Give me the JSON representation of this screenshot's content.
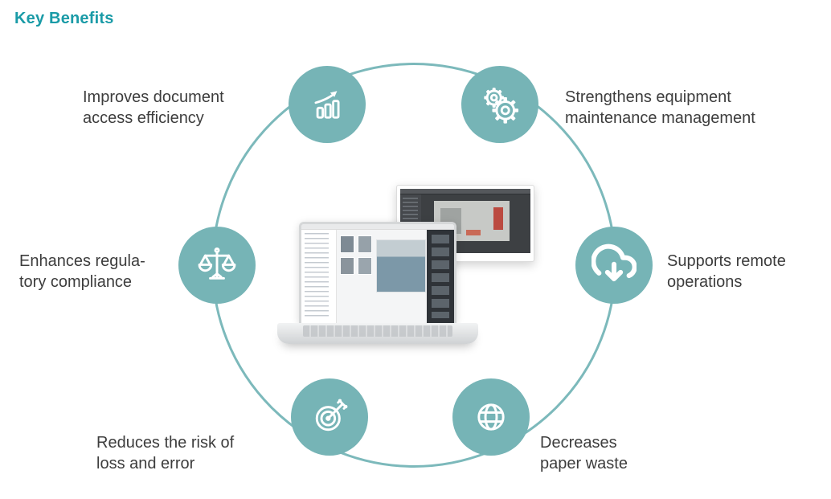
{
  "title": "Key Benefits",
  "colors": {
    "accent": "#1a9ba7",
    "icon_circle": "#76b4b6",
    "ring": "#7cb9bb",
    "text": "#3d3d3d"
  },
  "benefits": [
    {
      "id": "document-access",
      "icon": "growth-chart-icon",
      "label": "Improves document\naccess efficiency"
    },
    {
      "id": "equipment-maintenance",
      "icon": "gears-icon",
      "label": "Strengthens equipment\nmaintenance management"
    },
    {
      "id": "regulatory-compliance",
      "icon": "scales-icon",
      "label": "Enhances regula-\ntory compliance"
    },
    {
      "id": "remote-operations",
      "icon": "cloud-download-icon",
      "label": "Supports remote\noperations"
    },
    {
      "id": "risk-reduction",
      "icon": "target-dart-icon",
      "label": "Reduces the risk of\nloss and error"
    },
    {
      "id": "paper-waste",
      "icon": "globe-icon",
      "label": "Decreases\npaper waste"
    }
  ],
  "center_image": {
    "description": "Laptop and monitor showing document management and 3D facility software"
  }
}
